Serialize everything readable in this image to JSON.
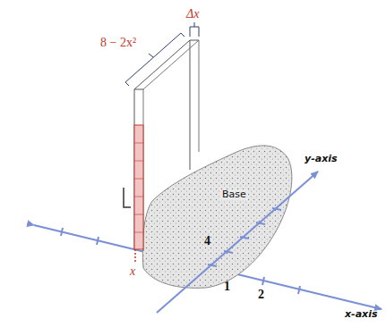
{
  "diagram": {
    "labels": [
      "Δx",
      "8 − 2x²",
      "y-axis",
      "x-axis",
      "Base",
      "4",
      "1",
      "2",
      "x"
    ]
  }
}
